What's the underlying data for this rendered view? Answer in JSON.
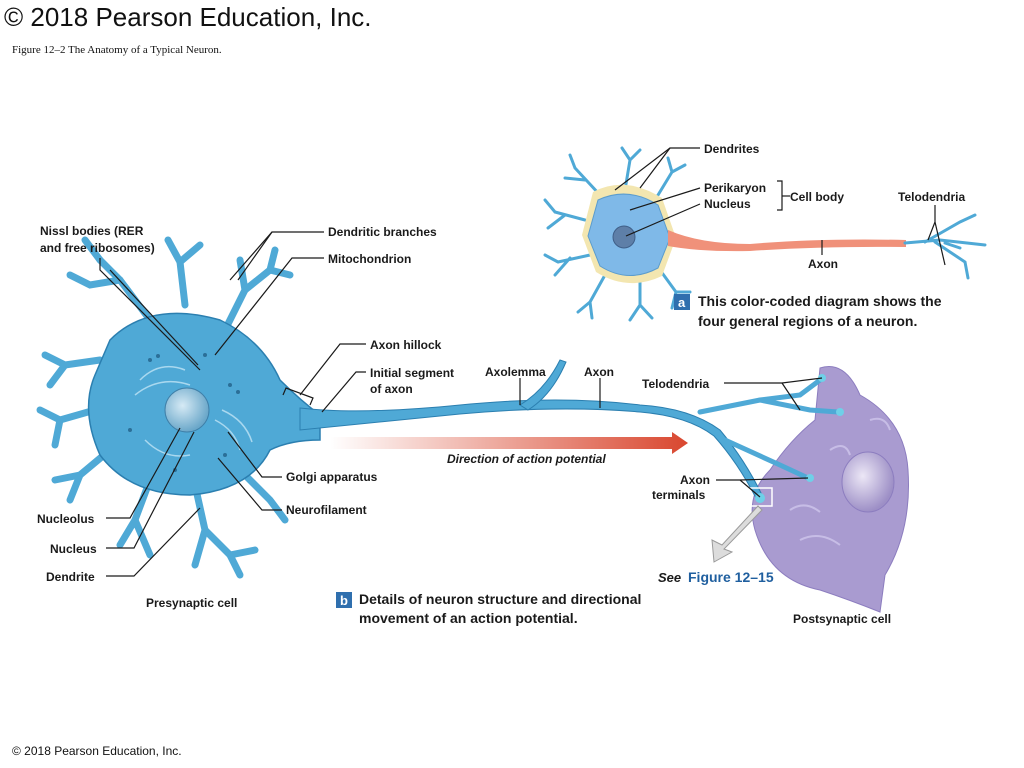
{
  "header": {
    "title": "© 2018 Pearson Education, Inc.",
    "caption": "Figure 12–2 The Anatomy of a Typical Neuron."
  },
  "footer": {
    "copyright": "© 2018 Pearson Education, Inc."
  },
  "panel_a": {
    "badge": "a",
    "description_line1": "This color-coded diagram shows the",
    "description_line2": "four general regions of a neuron.",
    "labels": {
      "dendrites": "Dendrites",
      "perikaryon": "Perikaryon",
      "nucleus": "Nucleus",
      "cell_body": "Cell body",
      "telodendria": "Telodendria",
      "axon": "Axon"
    }
  },
  "panel_b": {
    "badge": "b",
    "description_line1": "Details of neuron structure and directional",
    "description_line2": "movement of an action potential.",
    "labels": {
      "nissl_line1": "Nissl bodies (RER",
      "nissl_line2": "and free ribosomes)",
      "dendritic_branches": "Dendritic branches",
      "mitochondrion": "Mitochondrion",
      "axon_hillock": "Axon hillock",
      "initial_segment_line1": "Initial segment",
      "initial_segment_line2": "of axon",
      "axolemma": "Axolemma",
      "axon": "Axon",
      "telodendria": "Telodendria",
      "direction": "Direction of action potential",
      "golgi": "Golgi apparatus",
      "neurofilament": "Neurofilament",
      "axon_terminals_line1": "Axon",
      "axon_terminals_line2": "terminals",
      "nucleolus": "Nucleolus",
      "nucleus": "Nucleus",
      "dendrite": "Dendrite",
      "see": "See",
      "figure_ref": "Figure 12–15",
      "presynaptic": "Presynaptic cell",
      "postsynaptic": "Postsynaptic cell"
    }
  },
  "colors": {
    "neuron_blue": "#4fa9d6",
    "neuron_dark": "#2b7fb0",
    "panel_a_body": "#7fb9e8",
    "perikaryon_yellow": "#f3e6b0",
    "axon_salmon": "#f0917a",
    "postsynaptic_purple": "#a99bd0",
    "arrow_red": "#d9472f",
    "badge_blue": "#2f6fae"
  }
}
